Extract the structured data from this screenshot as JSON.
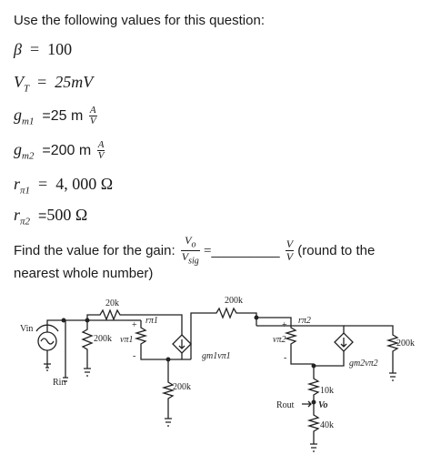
{
  "intro": "Use the following values for this question:",
  "values": [
    {
      "sym": "β",
      "sub": "",
      "val": "100"
    },
    {
      "sym": "V",
      "sub": "T",
      "val": "25mV"
    },
    {
      "sym": "g",
      "sub": "m1",
      "val": "25 m"
    },
    {
      "sym": "g",
      "sub": "m2",
      "val": "200 m"
    },
    {
      "sym": "r",
      "sub": "π1",
      "val": "4, 000 Ω"
    },
    {
      "sym": "r",
      "sub": "π2",
      "val": "500 Ω"
    }
  ],
  "unit_num": "A",
  "unit_den": "V",
  "gain": {
    "prefix": "Find the value for the gain:",
    "num": "V",
    "num_sub": "o",
    "den": "V",
    "den_sub": "sig",
    "equals": "=",
    "blank": "_________",
    "unit_num": "V",
    "unit_den": "V",
    "suffix": "(round to the"
  },
  "gain_line2": "nearest whole number)",
  "circuit": {
    "labels": {
      "vin": "Vin",
      "rin": "Rin",
      "r20k": "20k",
      "r200k_a": "200k",
      "vpi1": "vπ1",
      "rpi1": "rπ1",
      "plus1": "+",
      "minus1": "-",
      "gm1v": "gm1vπ1",
      "r200k_mid": "200k",
      "r200k_top": "200k",
      "vpi2": "vπ2",
      "rpi2": "rπ2",
      "plus2": "+",
      "minus2": "-",
      "gm2v": "gm2vπ2",
      "r200k_right": "200k",
      "r10k": "10k",
      "rout": "Rout",
      "vo": "Vo",
      "r40k": "40k"
    }
  }
}
